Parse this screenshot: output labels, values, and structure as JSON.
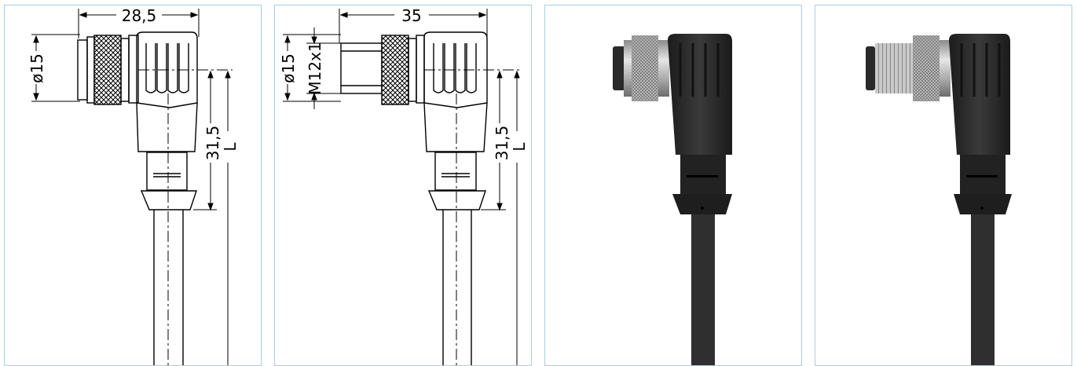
{
  "drawing_female": {
    "width_dim": "28,5",
    "diameter_dim": "ø15",
    "height_dim": "31,5",
    "length_dim": "L"
  },
  "drawing_male": {
    "width_dim": "35",
    "diameter_dim": "ø15",
    "thread_dim": "M12x1",
    "height_dim": "31,5",
    "length_dim": "L"
  },
  "colors": {
    "panel_border": "#a9cde4",
    "cable_body": "#2b2b2b",
    "metal": "#b9b9b9"
  }
}
